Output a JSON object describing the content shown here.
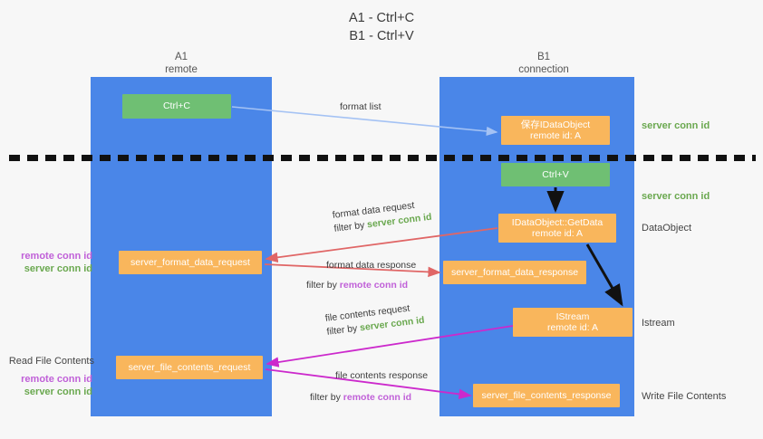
{
  "title": "A1 - Ctrl+C\nB1 - Ctrl+V",
  "columns": {
    "left": {
      "name": "A1",
      "role": "remote",
      "header": "A1\nremote"
    },
    "right": {
      "name": "B1",
      "role": "connection",
      "header": "B1\nconnection"
    }
  },
  "boxes": {
    "ctrl_c": {
      "line1": "Ctrl+C",
      "color": "#6fbf73",
      "kind": "green"
    },
    "idataobject": {
      "line1": "保存IDataObject",
      "line2": "remote id: A",
      "color": "#f9b65c",
      "kind": "orange"
    },
    "ctrl_v": {
      "line1": "Ctrl+V",
      "color": "#6fbf73",
      "kind": "green"
    },
    "getdata": {
      "line1": "IDataObject::GetData",
      "line2": "remote id: A",
      "color": "#f9b65c",
      "kind": "orange"
    },
    "server_format_data_request": {
      "line1": "server_format_data_request",
      "color": "#f9b65c",
      "kind": "orange"
    },
    "server_format_data_response": {
      "line1": "server_format_data_response",
      "color": "#f9b65c",
      "kind": "orange"
    },
    "istream": {
      "line1": "IStream",
      "line2": "remote id: A",
      "color": "#f9b65c",
      "kind": "orange"
    },
    "server_file_contents_request": {
      "line1": "server_file_contents_request",
      "color": "#f9b65c",
      "kind": "orange"
    },
    "server_file_contents_response": {
      "line1": "server_file_contents_response",
      "color": "#f9b65c",
      "kind": "orange"
    }
  },
  "arrow_labels": {
    "format_list": "format list",
    "format_data_request": {
      "line1": "format data request",
      "filter_prefix": "filter by ",
      "filter_value": "server conn id",
      "filter_color": "#6aa84f"
    },
    "format_data_response": {
      "line1": "format data response",
      "filter_prefix": "filter by ",
      "filter_value": "remote conn id",
      "filter_color": "#c060d8"
    },
    "file_contents_request": {
      "line1": "file contents request",
      "filter_prefix": "filter by ",
      "filter_value": "server conn id",
      "filter_color": "#6aa84f"
    },
    "file_contents_response": {
      "line1": "file contents response",
      "filter_prefix": "filter by ",
      "filter_value": "remote conn id",
      "filter_color": "#c060d8"
    }
  },
  "side_labels": {
    "server_conn_id_top": "server conn id",
    "server_conn_id_second": "server conn id",
    "dataobject": "DataObject",
    "istream": "Istream",
    "write_file_contents": "Write File Contents",
    "read_file_contents": "Read File Contents",
    "remote_conn_id": "remote conn id",
    "server_conn_id": "server conn id"
  },
  "colors": {
    "lane": "#4a86e8",
    "green_box": "#6fbf73",
    "orange_box": "#f9b65c",
    "green_text": "#6aa84f",
    "purple_text": "#c060d8",
    "arrow_blue": "#a4c2f4",
    "arrow_red": "#e06666",
    "arrow_magenta": "#cc29cc",
    "arrow_black": "#000000",
    "divider": "#111111",
    "background": "#f7f7f7"
  }
}
